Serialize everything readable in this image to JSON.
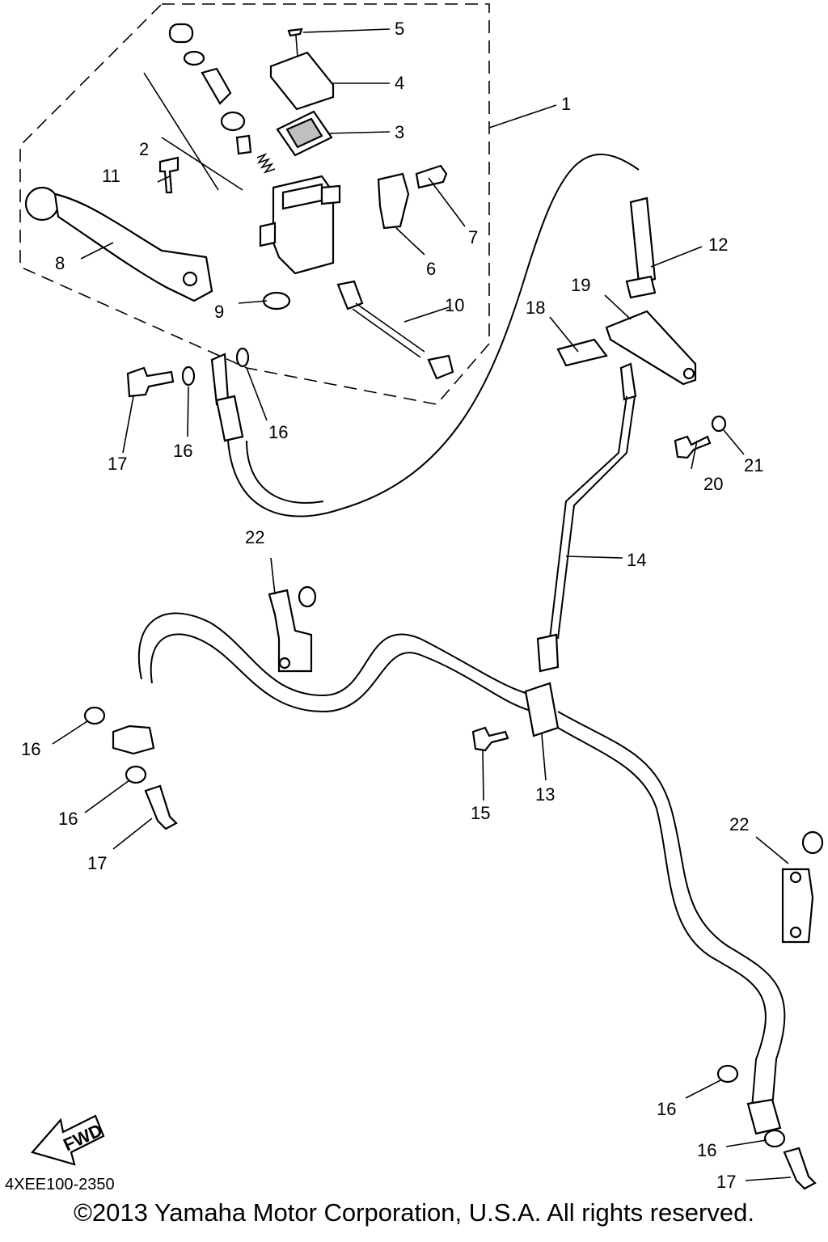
{
  "diagram": {
    "callouts": [
      "1",
      "2",
      "3",
      "4",
      "5",
      "6",
      "7",
      "8",
      "9",
      "10",
      "11",
      "12",
      "13",
      "14",
      "15",
      "16",
      "17",
      "18",
      "19",
      "20",
      "21",
      "22"
    ],
    "fwd_label": "FWD",
    "drawing_code": "4XEE100-2350",
    "copyright": "©2013 Yamaha Motor Corporation, U.S.A. All rights reserved."
  }
}
